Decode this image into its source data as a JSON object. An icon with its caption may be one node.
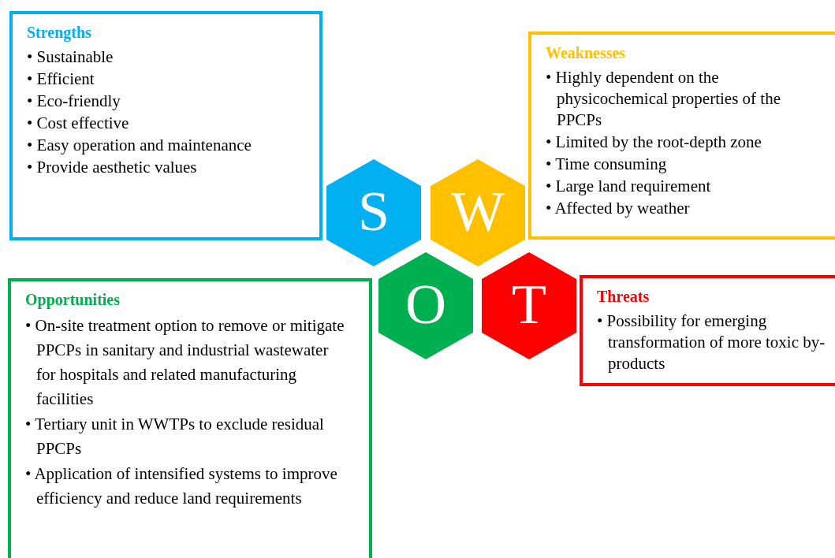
{
  "diagram": {
    "nodes": [
      {
        "text": [
          "Strengths",
          "• Sustainable",
          "• Efficient",
          "• Eco-friendly",
          "• Cost effective",
          "• Easy operation and maintenance",
          "• Provide aesthetic values"
        ]
      },
      {
        "text": [
          "Weaknesses",
          "• Highly dependent on the physicochemical properties of the PPCPs",
          "• Limited by the root-depth zone",
          "• Time consuming",
          "• Large land requirement",
          "• Affected by weather"
        ]
      },
      {
        "text": [
          "S"
        ]
      },
      {
        "text": [
          "W"
        ]
      },
      {
        "text": [
          "O"
        ]
      },
      {
        "text": [
          "T"
        ]
      },
      {
        "text": [
          "Opportunities",
          "• On-site treatment option to remove or mitigate PPCPs in sanitary and industrial wastewater for hospitals and related manufacturing facilities",
          "• Tertiary unit in WWTPs to exclude residual PPCPs",
          "• Application of intensified systems to improve efficiency and reduce land requirements"
        ]
      },
      {
        "text": [
          "Threats",
          "• Possibility for emerging transformation of more toxic by-products"
        ]
      }
    ],
    "edges": []
  }
}
